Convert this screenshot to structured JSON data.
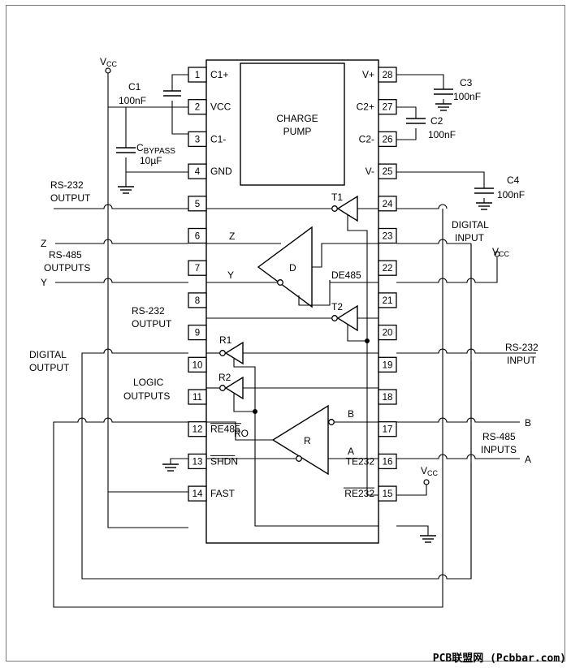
{
  "ic": {
    "left_pins": [
      {
        "num": "1",
        "name": "C1+"
      },
      {
        "num": "2",
        "name": "VCC"
      },
      {
        "num": "3",
        "name": "C1-"
      },
      {
        "num": "4",
        "name": "GND"
      },
      {
        "num": "5",
        "name": ""
      },
      {
        "num": "6",
        "name": ""
      },
      {
        "num": "7",
        "name": ""
      },
      {
        "num": "8",
        "name": ""
      },
      {
        "num": "9",
        "name": ""
      },
      {
        "num": "10",
        "name": ""
      },
      {
        "num": "11",
        "name": ""
      },
      {
        "num": "12",
        "name": "RE485"
      },
      {
        "num": "13",
        "name": "SHDN"
      },
      {
        "num": "14",
        "name": "FAST"
      }
    ],
    "right_pins": [
      {
        "num": "28",
        "name": "V+"
      },
      {
        "num": "27",
        "name": "C2+"
      },
      {
        "num": "26",
        "name": "C2-"
      },
      {
        "num": "25",
        "name": "V-"
      },
      {
        "num": "24",
        "name": ""
      },
      {
        "num": "23",
        "name": ""
      },
      {
        "num": "22",
        "name": ""
      },
      {
        "num": "21",
        "name": ""
      },
      {
        "num": "20",
        "name": ""
      },
      {
        "num": "19",
        "name": ""
      },
      {
        "num": "18",
        "name": ""
      },
      {
        "num": "17",
        "name": ""
      },
      {
        "num": "16",
        "name": "TE232"
      },
      {
        "num": "15",
        "name": "RE232"
      }
    ],
    "charge_pump": {
      "line1": "CHARGE",
      "line2": "PUMP"
    }
  },
  "blocks": {
    "t1": "T1",
    "t2": "T2",
    "r1": "R1",
    "r2": "R2",
    "driver": "D",
    "receiver": "R",
    "z": "Z",
    "y": "Y",
    "de485": "DE485",
    "b": "B",
    "a": "A",
    "ro": "RO"
  },
  "components": {
    "c1": {
      "name": "C1",
      "value": "100nF"
    },
    "cbypass": {
      "name": "C",
      "sub": "BYPASS",
      "value": "10µF"
    },
    "c2": {
      "name": "C2",
      "value": "100nF"
    },
    "c3": {
      "name": "C3",
      "value": "100nF"
    },
    "c4": {
      "name": "C4",
      "value": "100nF"
    }
  },
  "vcc": {
    "main": "V",
    "sub": "CC"
  },
  "labels": {
    "rs232_output_top": [
      "RS-232",
      "OUTPUT"
    ],
    "rs485_outputs": [
      "RS-485",
      "OUTPUTS"
    ],
    "z_out": "Z",
    "y_out": "Y",
    "rs232_output_mid": [
      "RS-232",
      "OUTPUT"
    ],
    "digital_output": [
      "DIGITAL",
      "OUTPUT"
    ],
    "logic_outputs": [
      "LOGIC",
      "OUTPUTS"
    ],
    "digital_input": [
      "DIGITAL",
      "INPUT"
    ],
    "rs232_input": [
      "RS-232",
      "INPUT"
    ],
    "rs485_inputs": [
      "RS-485",
      "INPUTS"
    ],
    "b_in": "B",
    "a_in": "A"
  },
  "watermark": "PCB联盟网 (Pcbbar.com)"
}
